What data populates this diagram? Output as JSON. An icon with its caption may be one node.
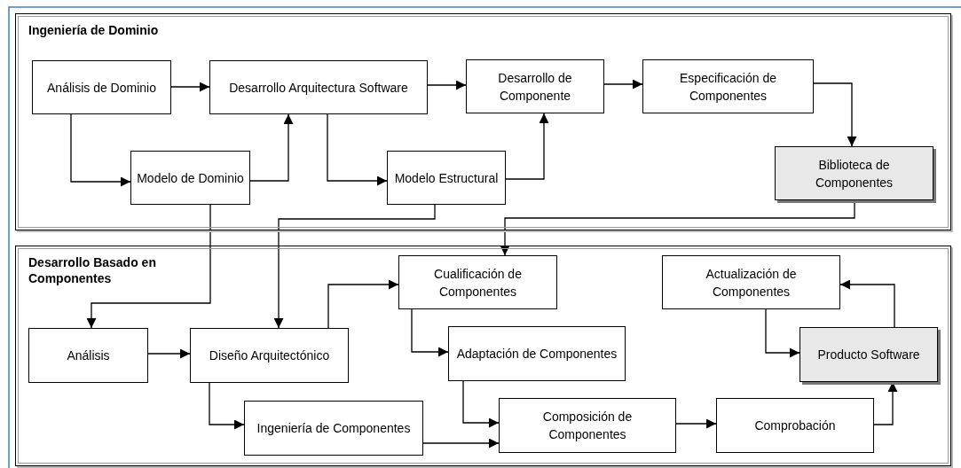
{
  "diagram": {
    "nodes": [
      {
        "text": [
          "Ingeniería de Dominio"
        ]
      },
      {
        "text": [
          "Análisis de Dominio"
        ],
        "in": 0
      },
      {
        "text": [
          "Desarrollo Arquitectura Software"
        ],
        "in": 0
      },
      {
        "text": [
          "Desarrollo de Componente"
        ],
        "in": 0
      },
      {
        "text": [
          "Especificación de Componentes"
        ],
        "in": 0
      },
      {
        "text": [
          "Modelo de Dominio"
        ],
        "in": 0
      },
      {
        "text": [
          "Modelo Estructural"
        ],
        "in": 0
      },
      {
        "text": [
          "Biblioteca de Componentes"
        ],
        "in": 0
      },
      {
        "text": [
          "Desarrollo Basado en Componentes"
        ]
      },
      {
        "text": [
          "Cualificación de Componentes"
        ],
        "in": 8
      },
      {
        "text": [
          "Actualización de Componentes"
        ],
        "in": 8
      },
      {
        "text": [
          "Análisis"
        ],
        "in": 8
      },
      {
        "text": [
          "Diseño Arquitectónico"
        ],
        "in": 8
      },
      {
        "text": [
          "Adaptación de Componentes"
        ],
        "in": 8
      },
      {
        "text": [
          "Producto Software"
        ],
        "in": 8
      },
      {
        "text": [
          "Ingeniería de Componentes"
        ],
        "in": 8
      },
      {
        "text": [
          "Composición de Componentes"
        ],
        "in": 8
      },
      {
        "text": [
          "Comprobación"
        ],
        "in": 8
      }
    ],
    "edges": [
      {
        "from": 1,
        "to": 2,
        "arrow": "to"
      },
      {
        "from": 2,
        "to": 3,
        "arrow": "to"
      },
      {
        "from": 3,
        "to": 4,
        "arrow": "to"
      },
      {
        "from": 1,
        "to": 5,
        "arrow": "to"
      },
      {
        "from": 5,
        "to": 2,
        "arrow": "to"
      },
      {
        "from": 2,
        "to": 6,
        "arrow": "to"
      },
      {
        "from": 6,
        "to": 3,
        "arrow": "to"
      },
      {
        "from": 4,
        "to": 7,
        "arrow": "to"
      },
      {
        "from": 5,
        "to": 11,
        "arrow": "to"
      },
      {
        "from": 6,
        "to": 12,
        "arrow": "to"
      },
      {
        "from": 7,
        "to": 9,
        "arrow": "to"
      },
      {
        "from": 11,
        "to": 12,
        "arrow": "to"
      },
      {
        "from": 12,
        "to": 9,
        "arrow": "to"
      },
      {
        "from": 12,
        "to": 15,
        "arrow": "to"
      },
      {
        "from": 9,
        "to": 13,
        "arrow": "to"
      },
      {
        "from": 13,
        "to": 16,
        "arrow": "to"
      },
      {
        "from": 15,
        "to": 16,
        "arrow": "to"
      },
      {
        "from": 16,
        "to": 17,
        "arrow": "to"
      },
      {
        "from": 17,
        "to": 14,
        "arrow": "to"
      },
      {
        "from": 14,
        "to": 10,
        "arrow": "to"
      },
      {
        "from": 10,
        "to": 14,
        "arrow": "to"
      }
    ]
  }
}
